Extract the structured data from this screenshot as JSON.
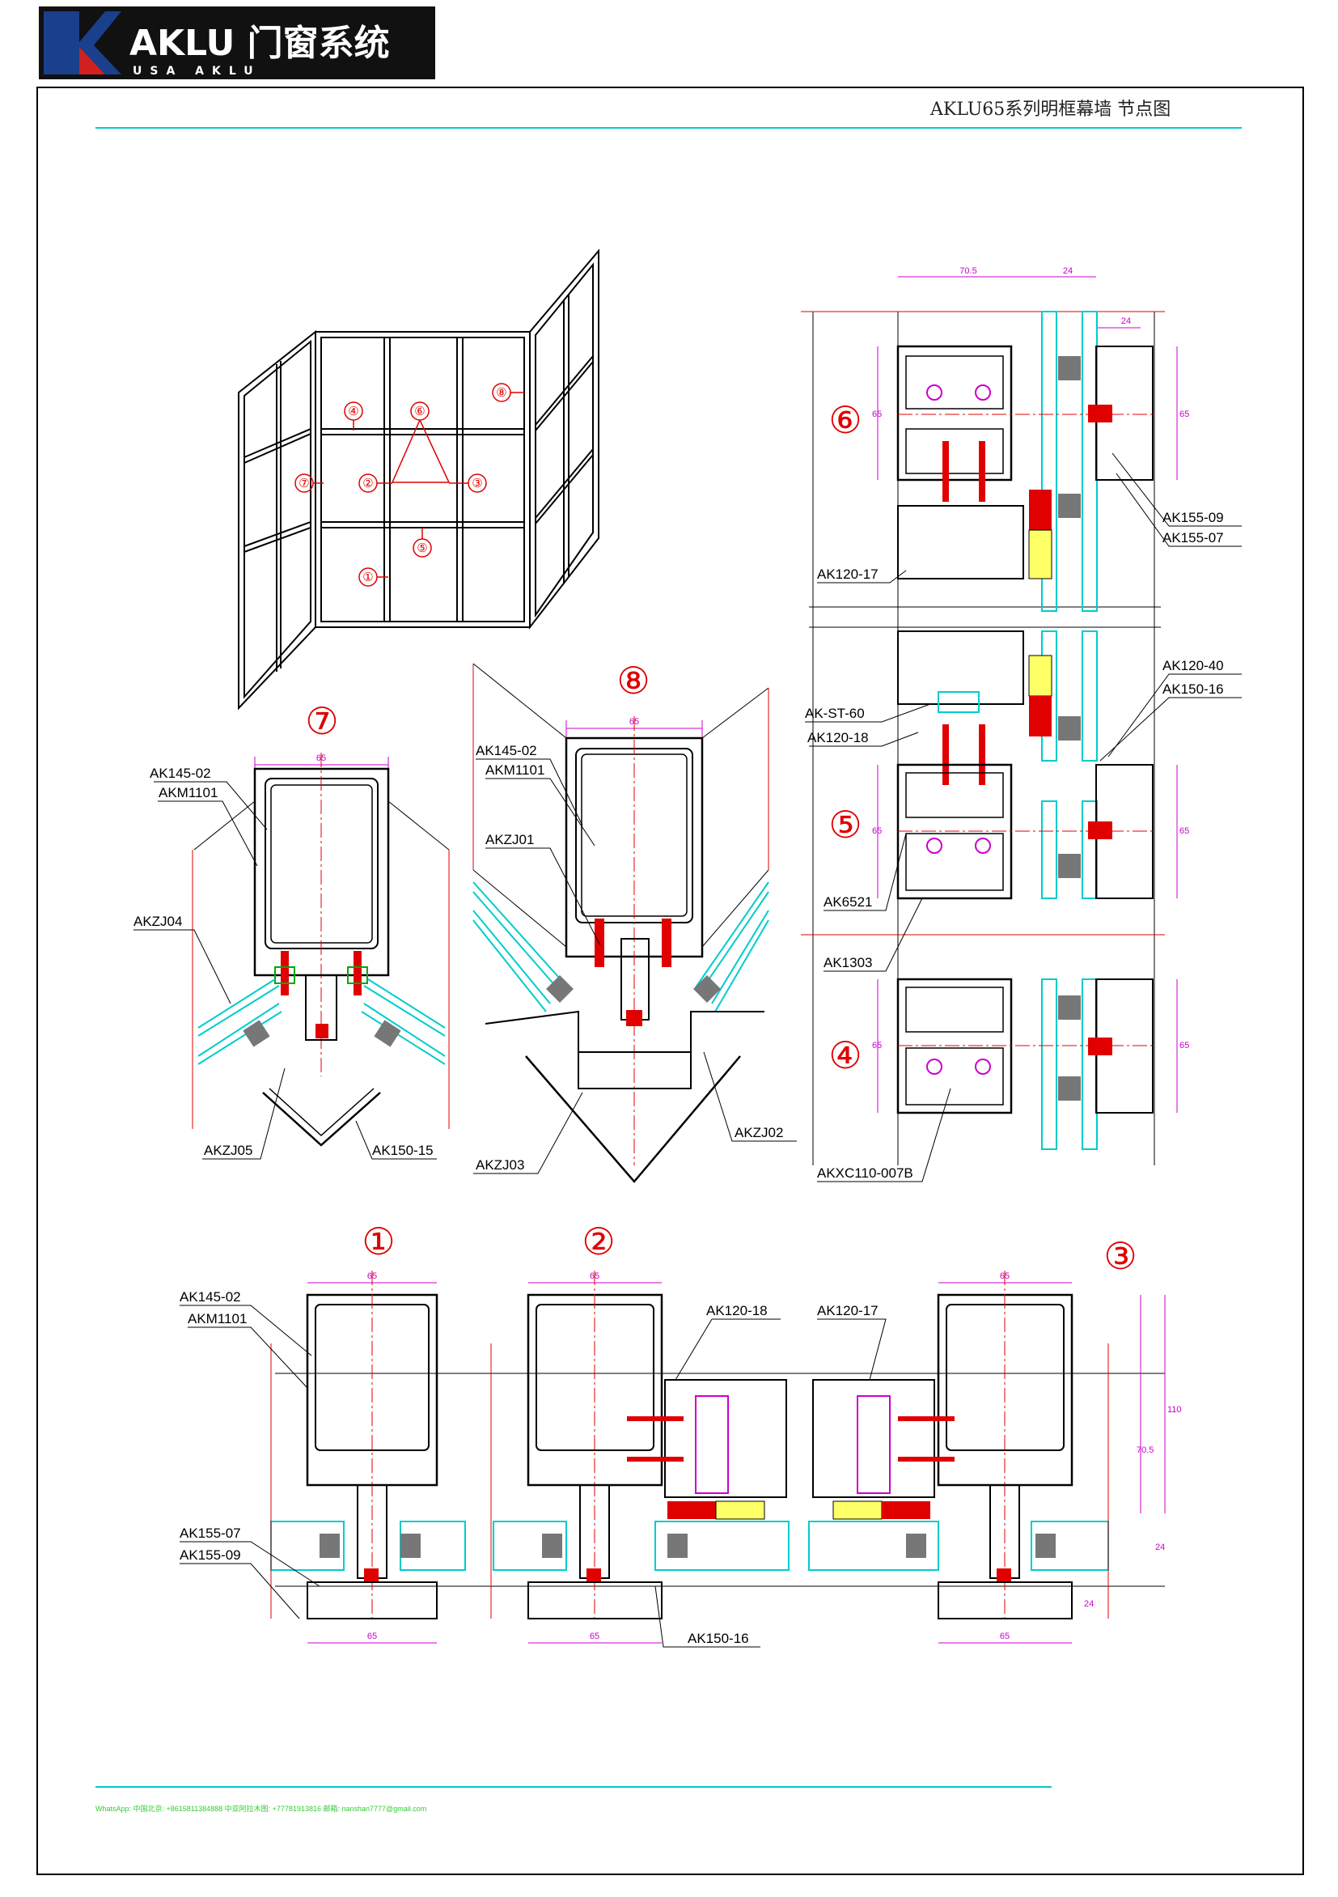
{
  "header": {
    "logo_main": "AKLU 门窗系统",
    "logo_sub": "USA   AKLU",
    "title": "AKLU65系列明框幕墙 节点图"
  },
  "footer": {
    "contact": "WhatsApp: 中国北京: +8615811384888  中亚阿拉木图: +77781913816  邮箱: nanshan7777@gmail.com"
  },
  "elevation": {
    "markers": [
      "①",
      "②",
      "③",
      "④",
      "⑤",
      "⑥",
      "⑦",
      "⑧"
    ]
  },
  "sections": {
    "s7": {
      "number": "⑦",
      "dim": "65",
      "labels": [
        "AK145-02",
        "AKM1101",
        "AKZJ04",
        "AKZJ05",
        "AK150-15"
      ]
    },
    "s8": {
      "number": "⑧",
      "dim": "65",
      "labels": [
        "AK145-02",
        "AKM1101",
        "AKZJ01",
        "AKZJ03",
        "AKZJ02"
      ]
    },
    "s1": {
      "number": "①",
      "dim": "65",
      "labels": [
        "AK145-02",
        "AKM1101",
        "AK155-07",
        "AK155-09"
      ]
    },
    "s2": {
      "number": "②",
      "dim": "65",
      "labels": [
        "AK120-18",
        "AK150-16"
      ]
    },
    "s3": {
      "number": "③",
      "dim": "65",
      "labels": [
        "AK120-17"
      ],
      "dims_side": [
        "110",
        "70.5",
        "24",
        "24"
      ]
    },
    "s6": {
      "number": "⑥",
      "dims": [
        "70.5",
        "24",
        "24",
        "65",
        "65"
      ],
      "labels": [
        "AK155-09",
        "AK155-07",
        "AK120-17"
      ]
    },
    "s5": {
      "number": "⑤",
      "dims": [
        "65",
        "65"
      ],
      "labels": [
        "AK120-40",
        "AK150-16",
        "AK-ST-60",
        "AK120-18",
        "AK6521",
        "AK1303"
      ]
    },
    "s4": {
      "number": "④",
      "dims": [
        "65",
        "65"
      ],
      "labels": [
        "AKXC110-007B"
      ]
    }
  },
  "colors": {
    "dimension": "#cc00cc",
    "centerline": "#ff0000",
    "glass": "#00cccc",
    "bolt": "#ff0000",
    "seal": "#00aa00",
    "yellow": "#ffff66",
    "frame": "#000000",
    "logo_bg": "#111111",
    "logo_mark": "#1a3f8c",
    "accent": "#d02020"
  }
}
